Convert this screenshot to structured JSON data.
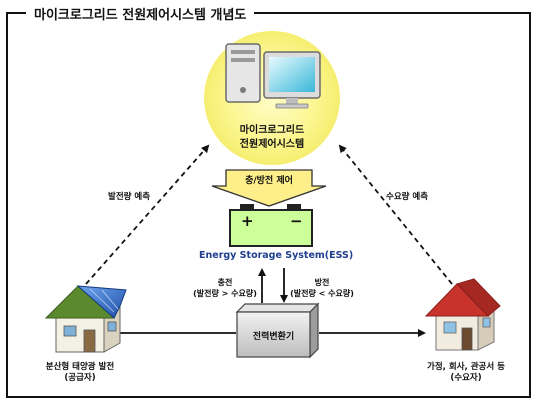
{
  "title": "마이크로그리드 전원제어시스템 개념도",
  "control_system": {
    "line1": "마이크로그리드",
    "line2": "전원제어시스템"
  },
  "charge_control": "충/방전 제어",
  "ess_label": "Energy Storage System(ESS)",
  "battery_plus": "+",
  "battery_minus": "−",
  "charge": {
    "title": "충전",
    "condition": "(발전량 > 수요량)"
  },
  "discharge": {
    "title": "방전",
    "condition": "(발전량 < 수요량)"
  },
  "power_converter": "전력변환기",
  "generation_forecast": "발전량 예측",
  "demand_forecast": "수요량 예측",
  "supplier": {
    "line1": "분산형 태양광 발전",
    "line2": "(공급자)"
  },
  "consumer": {
    "line1": "가정, 회사, 관공서 등",
    "line2": "(수요자)"
  },
  "colors": {
    "glow": "#fbf58c",
    "battery": "#ccff99",
    "ess_text": "#1f3f8f",
    "arrow_fill": "#ffef8a",
    "roof": "#c8332b"
  }
}
